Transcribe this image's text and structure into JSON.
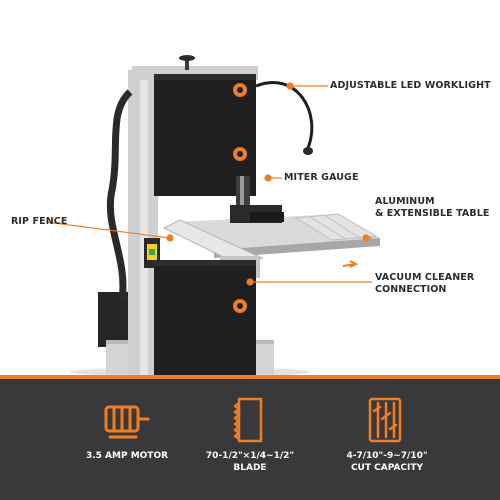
{
  "callouts": {
    "led": "ADJUSTABLE LED WORKLIGHT",
    "miter": "MITER GAUGE",
    "aluminum_line1": "ALUMINUM",
    "aluminum_line2": "& EXTENSIBLE TABLE",
    "rip": "RIP FENCE",
    "vacuum_line1": "VACUUM CLEANER",
    "vacuum_line2": "CONNECTION"
  },
  "features": [
    {
      "label": "3.5 AMP MOTOR",
      "icon": "motor-icon"
    },
    {
      "label": "70-1/2\"×1/4~1/2\"",
      "sublabel": "BLADE",
      "icon": "blade-icon"
    },
    {
      "label": "4-7/10\"-9~7/10\"",
      "sublabel": "CUT CAPACITY",
      "icon": "wood-icon"
    }
  ],
  "colors": {
    "accent": "#f07d22",
    "dark": "#39393b",
    "machine": "#1e1e1e",
    "frame": "#c8c9cb"
  }
}
